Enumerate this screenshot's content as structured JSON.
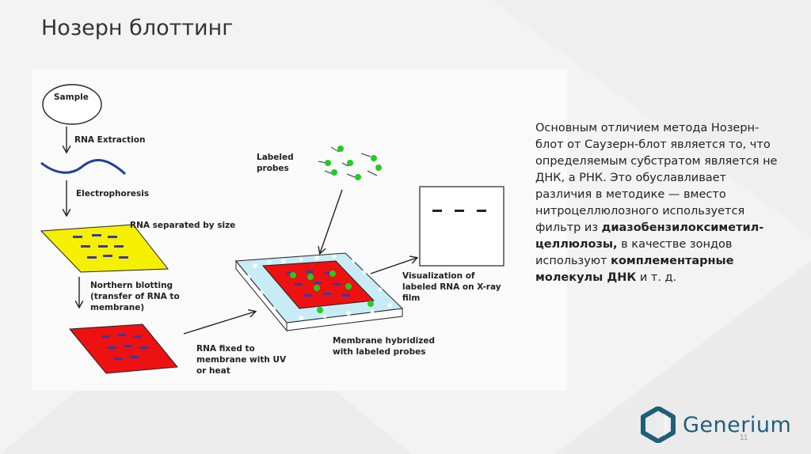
{
  "slide": {
    "title": "Нозерн блоттинг",
    "page_number": "11"
  },
  "diagram": {
    "sample": "Sample",
    "rna_extraction": "RNA Extraction",
    "electrophoresis": "Electrophoresis",
    "rna_separated": "RNA separated by size",
    "northern_blotting": [
      "Northern blotting",
      "(transfer of RNA to",
      "membrane)"
    ],
    "rna_fixed": [
      "RNA fixed to",
      "membrane with UV",
      "or heat"
    ],
    "labeled_probes": [
      "Labeled",
      "probes"
    ],
    "membrane_hybridized": [
      "Membrane hybridized",
      "with labeled probes"
    ],
    "visualization": [
      "Visualization of",
      "labeled RNA on X-ray",
      "film"
    ]
  },
  "text": {
    "p1": "Основным отличием метода Нозерн-блот от Саузерн-блот является то, что определяемым субстратом является не ДНК, а РНК. Это обуславливает различия в методике — вместо нитроцеллюлозного используется фильтр из ",
    "b1": "диазобензилоксиметил-целлюлозы,",
    "p2": " в качестве зондов используют ",
    "b2": "комплементарные молекулы ДНК",
    "p3": " и т. д."
  },
  "logo": {
    "name": "Generium"
  },
  "colors": {
    "yellow_gel": "#f5f000",
    "red_membrane": "#ee1111",
    "band_blue": "#3a3aa0",
    "probe_green": "#22cc22",
    "brand": "#1f5f7a"
  }
}
